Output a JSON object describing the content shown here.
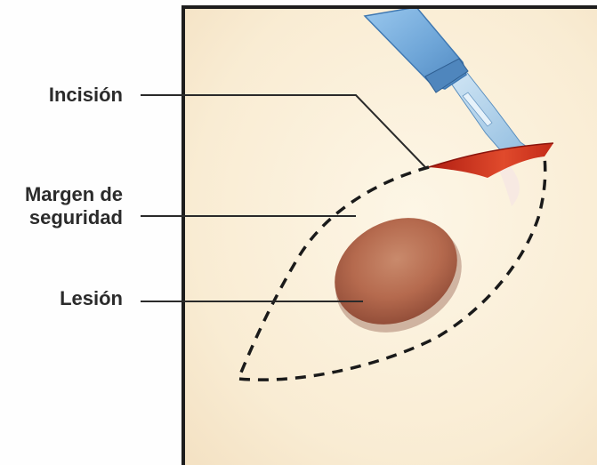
{
  "labels": {
    "incision": "Incisión",
    "margin_line1": "Margen de",
    "margin_line2": "seguridad",
    "lesion": "Lesión"
  },
  "colors": {
    "skin": "#fbf1de",
    "frame": "#1d1d1d",
    "lesion": "#b5654b",
    "incision": "#d2321d",
    "scalpel_handle": "#7fb3e0",
    "scalpel_blade": "#9ec6e6",
    "leader_lines": "#2a2a2a",
    "margin_dashes": "#1a1a1a"
  },
  "icons": {
    "tool": "scalpel-icon"
  }
}
